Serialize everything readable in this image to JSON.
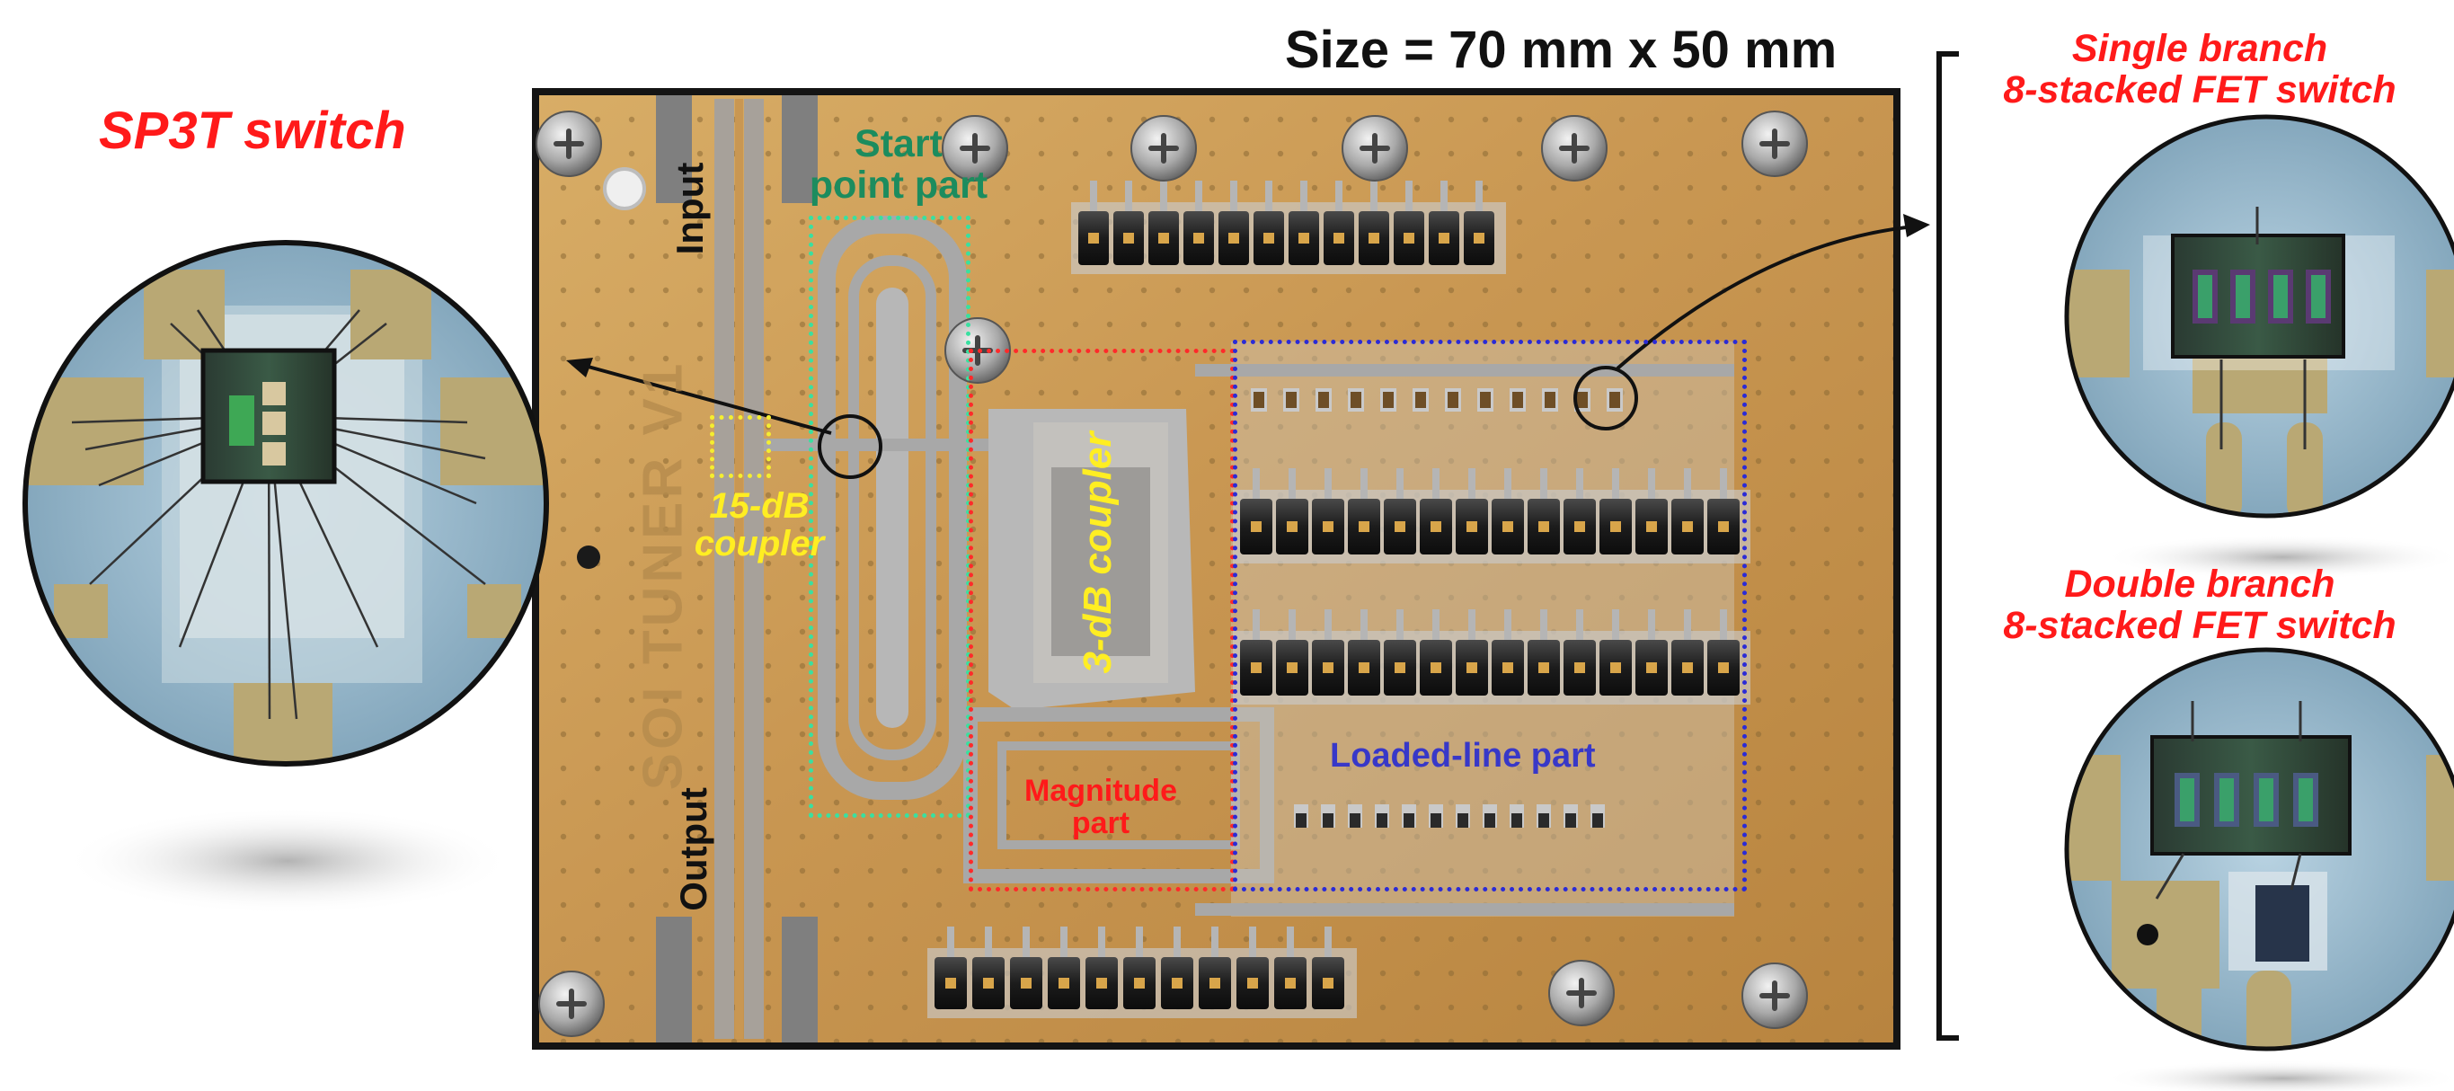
{
  "labels": {
    "size": "Size = 70 mm  x 50 mm",
    "sp3t": "SP3T switch",
    "single_branch": {
      "line1": "Single branch",
      "line2": "8-stacked FET switch"
    },
    "double_branch": {
      "line1": "Double branch",
      "line2": "8-stacked FET switch"
    },
    "start_point": {
      "line1": "Start",
      "line2": "point part"
    },
    "coupler_15db": {
      "line1": "15-dB",
      "line2": "coupler"
    },
    "coupler_3db": "3-dB coupler",
    "magnitude": {
      "line1": "Magnitude",
      "line2": "part"
    },
    "loaded_line": "Loaded-line part",
    "input": "Input",
    "output": "Output",
    "board_title": "SOI  TUNER  V1"
  },
  "colors": {
    "red_label": "#ff1a1a",
    "green_label": "#1c8c5e",
    "yellow_label": "#ffee22",
    "blue_label": "#3838c8",
    "green_box": "#39e0a0",
    "yellow_box": "#f4ee30",
    "red_box": "#ff2a2a",
    "blue_box": "#2b2bd6",
    "board_gold": "#c99a52",
    "substrate": "#a8a8a8",
    "die_blue": "#9ebfd2"
  }
}
